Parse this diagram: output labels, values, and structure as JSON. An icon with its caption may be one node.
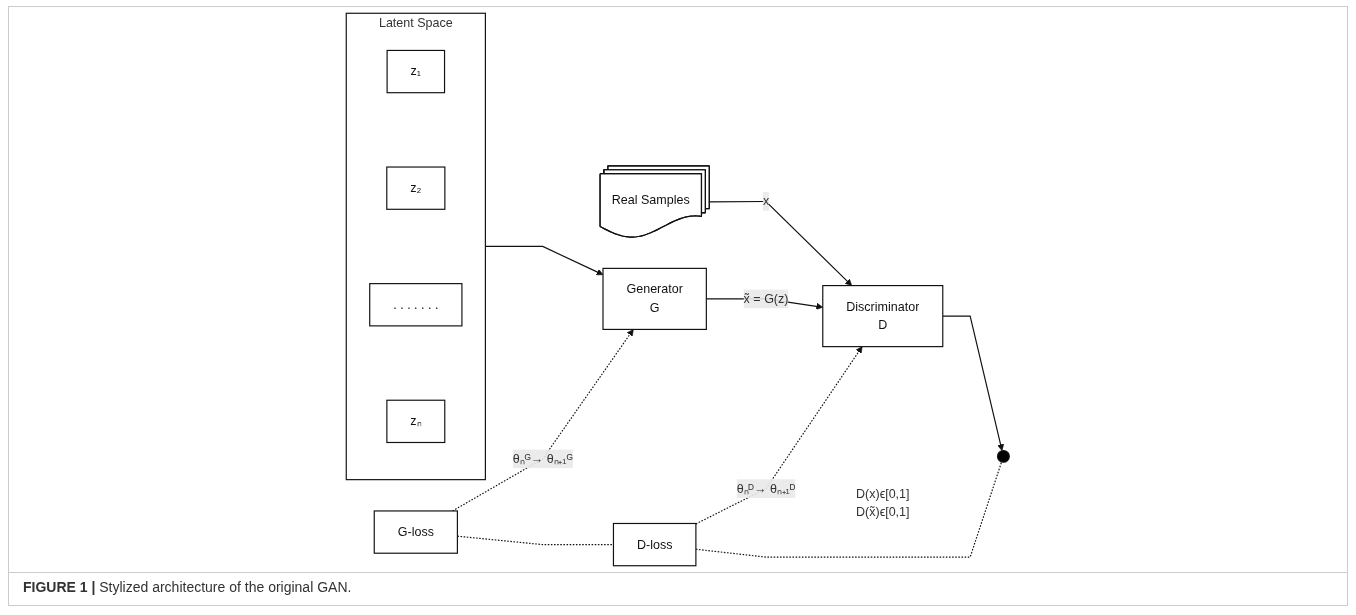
{
  "diagram": {
    "caption": "**FIGURE 1 |** Stylized architecture of the original GAN.",
    "nodes": [
      {
        "text": [
          "Latent Space"
        ]
      },
      {
        "text": [
          "z₁"
        ],
        "in": 0
      },
      {
        "text": [
          "z₂"
        ],
        "in": 0
      },
      {
        "text": [
          ". . . . . . ."
        ],
        "in": 0
      },
      {
        "text": [
          "zₙ"
        ],
        "in": 0
      },
      {
        "text": [
          "Real Samples"
        ]
      },
      {
        "text": [
          "Generator",
          "G"
        ]
      },
      {
        "text": [
          "Discriminator",
          "D"
        ]
      },
      {
        "text": [],
        "shape": "circle",
        "beside": [
          "D(x)ϵ[0,1]",
          "D(x̃)ϵ[0,1]"
        ]
      },
      {
        "text": [
          "G-loss"
        ]
      },
      {
        "text": [
          "D-loss"
        ]
      }
    ],
    "edges": [
      {
        "from": 0,
        "to": 6,
        "arrow": "to"
      },
      {
        "from": 5,
        "to": 7,
        "arrow": "to",
        "label": "x"
      },
      {
        "from": 6,
        "to": 7,
        "arrow": "to",
        "label": "x̃ = G(z)"
      },
      {
        "from": 7,
        "to": 8,
        "arrow": "to"
      },
      {
        "from": 9,
        "to": 6,
        "arrow": "to",
        "style": "dashed",
        "label": "θₙᴳ→ θₙ₊₁ᴳ"
      },
      {
        "from": 10,
        "to": 7,
        "arrow": "to",
        "style": "dashed",
        "label": "θₙᴰ→ θₙ₊₁ᴰ"
      },
      {
        "from": 9,
        "to": 10,
        "arrow": "none",
        "style": "dashed"
      },
      {
        "from": 10,
        "to": 8,
        "arrow": "none",
        "style": "dashed"
      }
    ]
  }
}
